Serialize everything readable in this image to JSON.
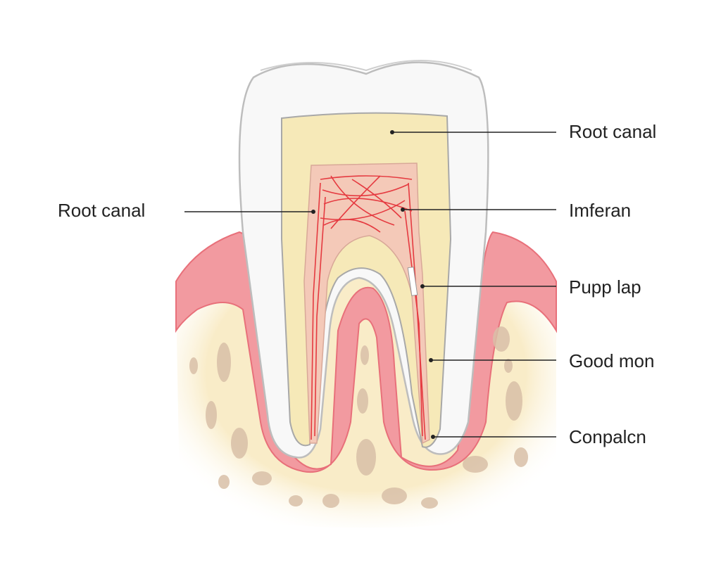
{
  "labels": {
    "right_1": "Root canal",
    "left_1": "Root canal",
    "right_2": "Imferan",
    "right_3": "Pupp lap",
    "right_4": "Good mon",
    "right_5": "Conpalcn"
  },
  "colors": {
    "enamel": "#f7f7f7",
    "dentin": "#f6e9b8",
    "pulp": "#e8474a",
    "gum": "#f08a92",
    "bone": "#f9ecc8",
    "bone_pores": "#d8bfa8"
  }
}
